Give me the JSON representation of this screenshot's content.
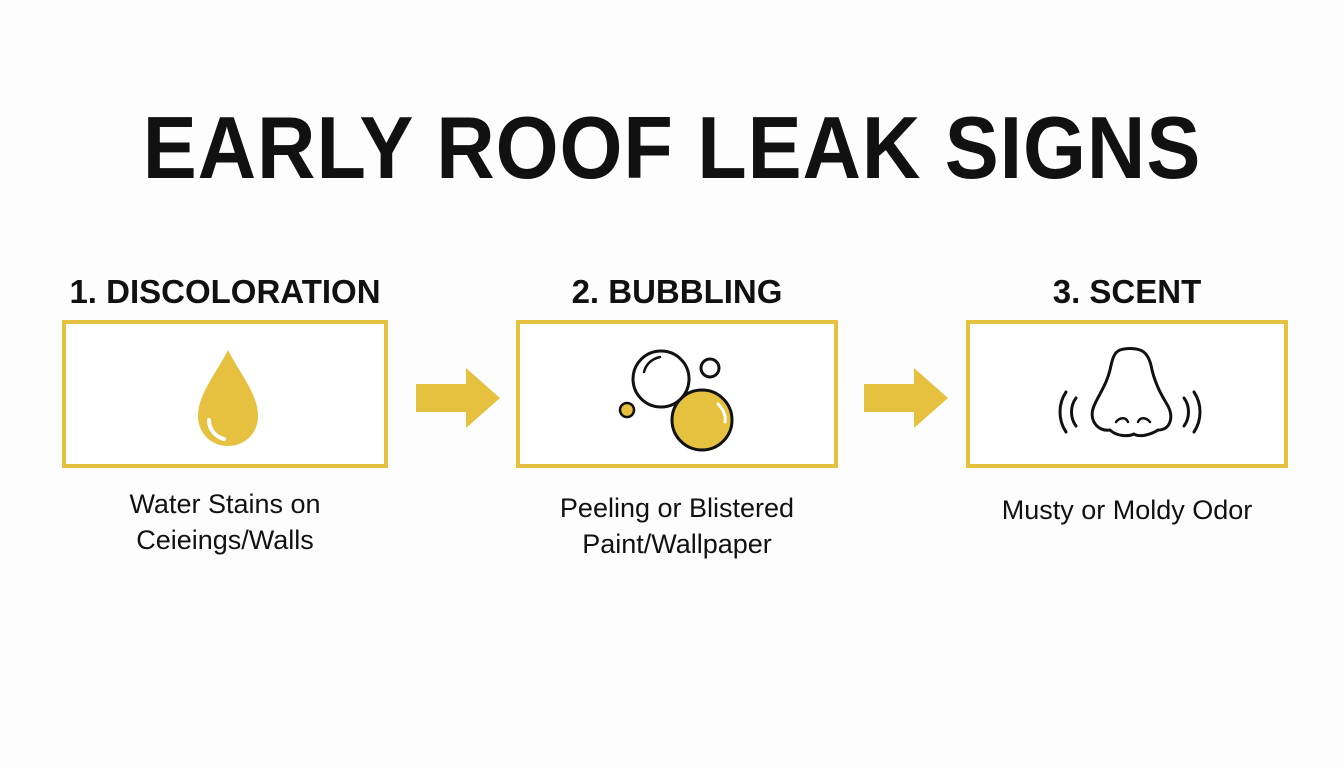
{
  "title": "EARLY ROOF LEAK SIGNS",
  "colors": {
    "accent": "#e6c13f",
    "text": "#111111"
  },
  "steps": [
    {
      "heading": "1. DISCOLORATION",
      "icon": "water-drop-icon",
      "caption_lines": [
        "Water Stains on",
        "Ceieings/Walls"
      ]
    },
    {
      "heading": "2. BUBBLING",
      "icon": "bubbles-icon",
      "caption_lines": [
        "Peeling or Blistered",
        "Paint/Wallpaper"
      ]
    },
    {
      "heading": "3. SCENT",
      "icon": "nose-smell-icon",
      "caption_lines": [
        "Musty or Moldy Odor"
      ]
    }
  ]
}
